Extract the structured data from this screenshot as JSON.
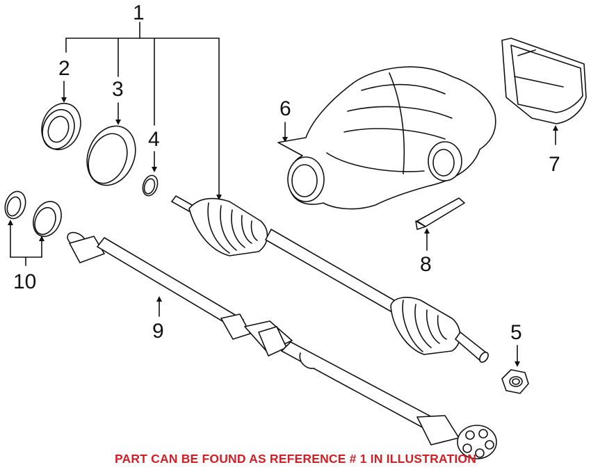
{
  "callouts": {
    "c1": "1",
    "c2": "2",
    "c3": "3",
    "c4": "4",
    "c5": "5",
    "c6": "6",
    "c7": "7",
    "c8": "8",
    "c9": "9",
    "c10": "10"
  },
  "caption": {
    "text": "PART CAN BE FOUND AS REFERENCE # 1 IN ILLUSTRATION",
    "color": "#d21f26"
  },
  "colors": {
    "line": "#111111",
    "fill": "#ffffff"
  }
}
